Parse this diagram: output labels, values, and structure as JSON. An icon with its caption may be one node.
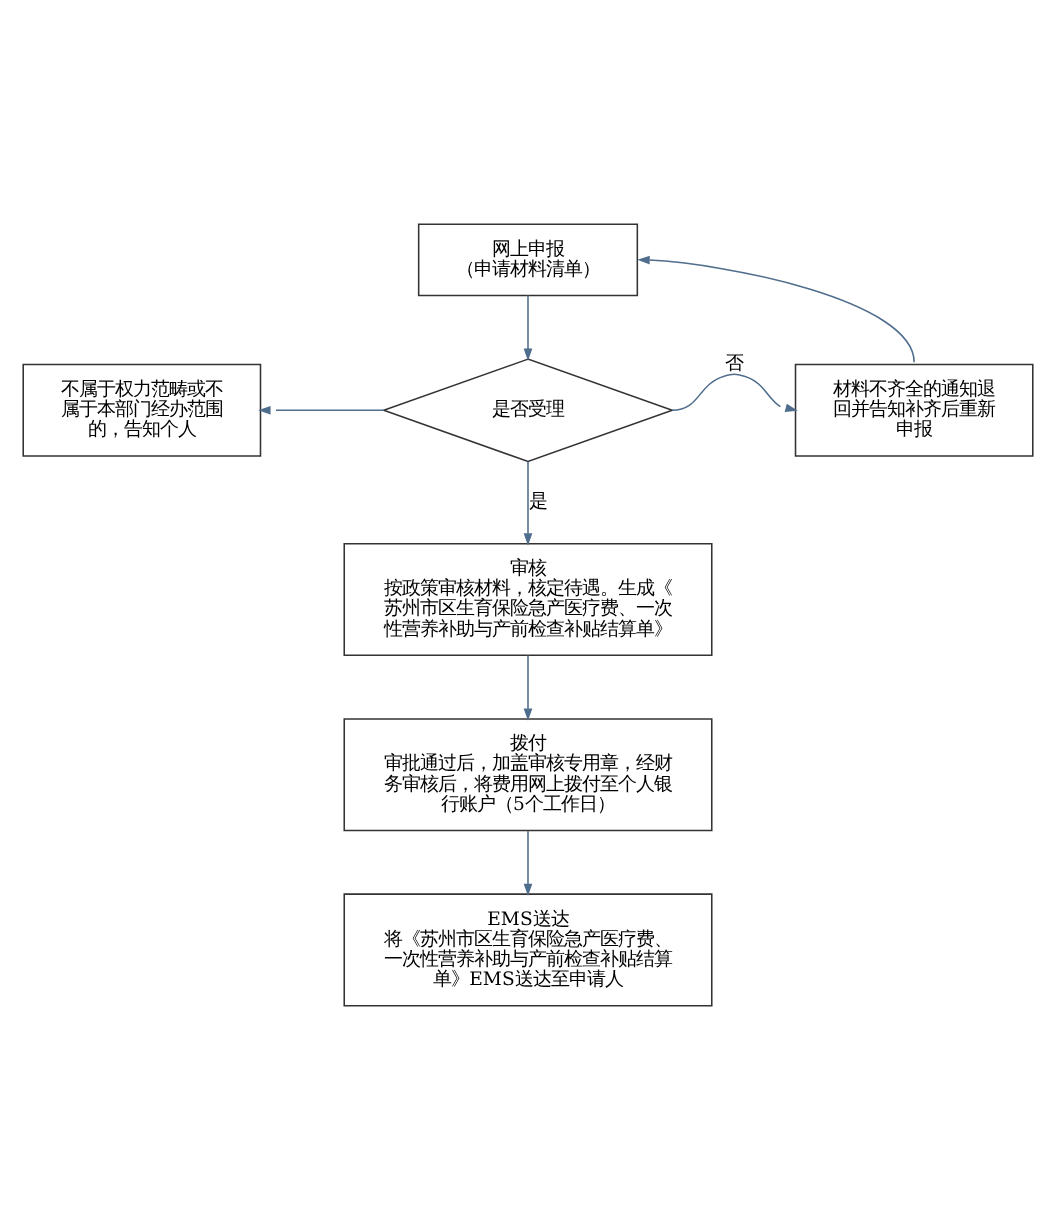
{
  "diagram": {
    "nodes": [
      {
        "text": [
          "网上申报",
          "（申请材料清单）"
        ]
      },
      {
        "text": [
          "是否受理"
        ]
      },
      {
        "text": [
          "不属于权力范畴或不属于本部门经办范围的，告知个人"
        ]
      },
      {
        "text": [
          "材料不齐全的通知退回并告知补齐后重新申报"
        ]
      },
      {
        "text": [
          "审核",
          "按政策审核材料，核定待遇。生成《苏州市区生育保险急产医疗费、一次性营养补助与产前检查补贴结算单》"
        ]
      },
      {
        "text": [
          "拨付",
          "审批通过后，加盖审核专用章，经财务审核后，将费用网上拨付至个人银行账户（5个工作日）"
        ]
      },
      {
        "text": [
          "EMS送达",
          "将《苏州市区生育保险急产医疗费、一次性营养补助与产前检查补贴结算单》EMS送达至申请人"
        ]
      }
    ],
    "edges": [
      {
        "from": 0,
        "to": 1,
        "arrow": "to"
      },
      {
        "from": 1,
        "to": 2,
        "arrow": "to"
      },
      {
        "from": 1,
        "to": 3,
        "arrow": "to",
        "label": "否"
      },
      {
        "from": 3,
        "to": 0,
        "arrow": "to"
      },
      {
        "from": 1,
        "to": 4,
        "arrow": "to",
        "label": "是"
      },
      {
        "from": 4,
        "to": 5,
        "arrow": "to"
      },
      {
        "from": 5,
        "to": 6,
        "arrow": "to"
      }
    ]
  }
}
